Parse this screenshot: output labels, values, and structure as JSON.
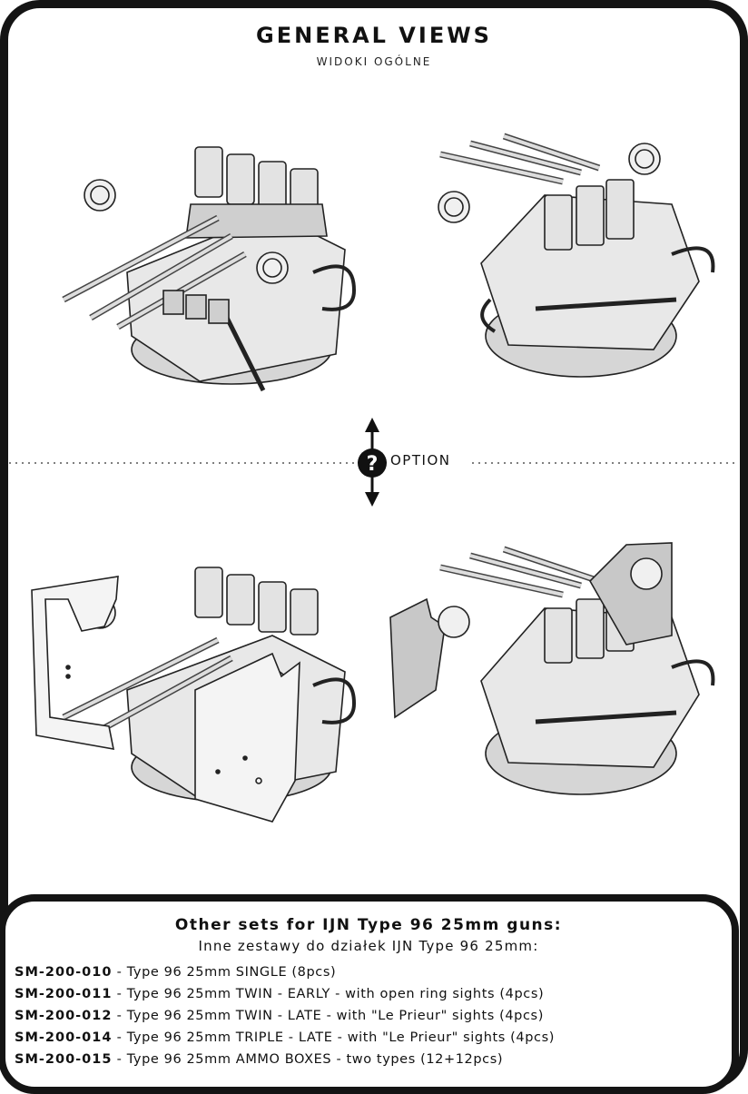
{
  "header": {
    "title": "GENERAL VIEWS",
    "subtitle": "WIDOKI OGÓLNE"
  },
  "divider": {
    "option_label": "OPTION",
    "icon": "question-mark-icon"
  },
  "other_sets": {
    "title": "Other sets for IJN Type 96 25mm guns:",
    "subtitle": "Inne zestawy do działek IJN Type 96 25mm:",
    "items": [
      {
        "code": "SM-200-010",
        "desc": "- Type 96 25mm SINGLE (8pcs)"
      },
      {
        "code": "SM-200-011",
        "desc": "- Type 96 25mm TWIN - EARLY - with open ring sights (4pcs)"
      },
      {
        "code": "SM-200-012",
        "desc": "- Type 96 25mm TWIN - LATE - with \"Le Prieur\" sights (4pcs)"
      },
      {
        "code": "SM-200-014",
        "desc": "- Type 96 25mm TRIPLE - LATE - with \"Le Prieur\" sights (4pcs)"
      },
      {
        "code": "SM-200-015",
        "desc": "- Type 96 25mm AMMO BOXES - two types (12+12pcs)"
      }
    ]
  }
}
